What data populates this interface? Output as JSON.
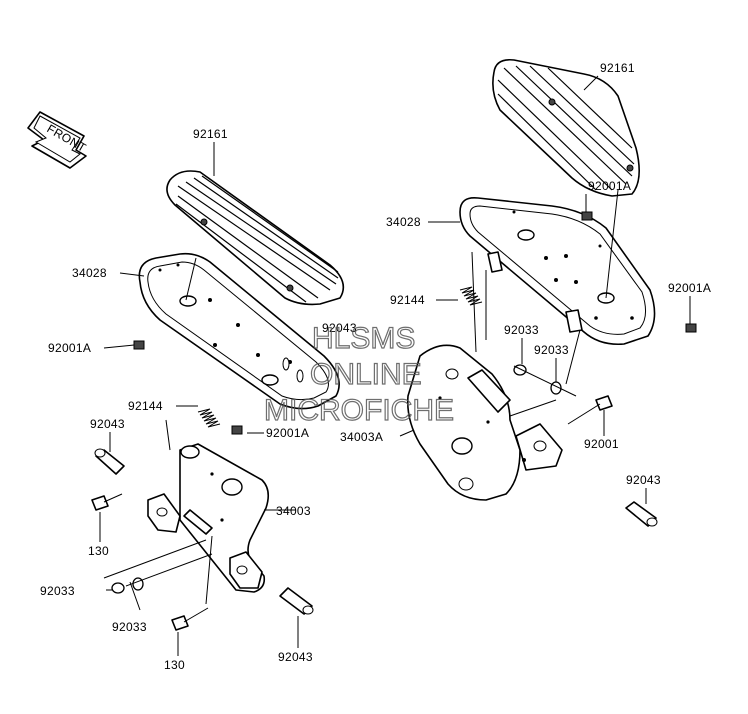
{
  "watermark": {
    "line1": "HLSMS",
    "line2": "ONLINE",
    "line3": "MICROFICHE"
  },
  "front_marker": {
    "text": "FRONT",
    "icon": "front-direction-arrow-icon"
  },
  "labels": {
    "l_92161_left": "92161",
    "l_92161_right": "92161",
    "l_34028_left": "34028",
    "l_34028_right": "34028",
    "l_92001a_left_top": "92001A",
    "l_92001a_left_mid": "92001A",
    "l_92001a_right_top": "92001A",
    "l_92001a_right_side": "92001A",
    "l_92144_left": "92144",
    "l_92144_right": "92144",
    "l_92043_left_top": "92043",
    "l_92043_left_bottom": "92043",
    "l_92043_right": "92043",
    "l_34003": "34003",
    "l_34003a": "34003A",
    "l_92033_left_a": "92033",
    "l_92033_left_b": "92033",
    "l_92033_right_a": "92033",
    "l_92033_right_b": "92033",
    "l_92001_right": "92001",
    "l_130_top": "130",
    "l_130_bottom": "130",
    "l_obscured": "92043"
  }
}
